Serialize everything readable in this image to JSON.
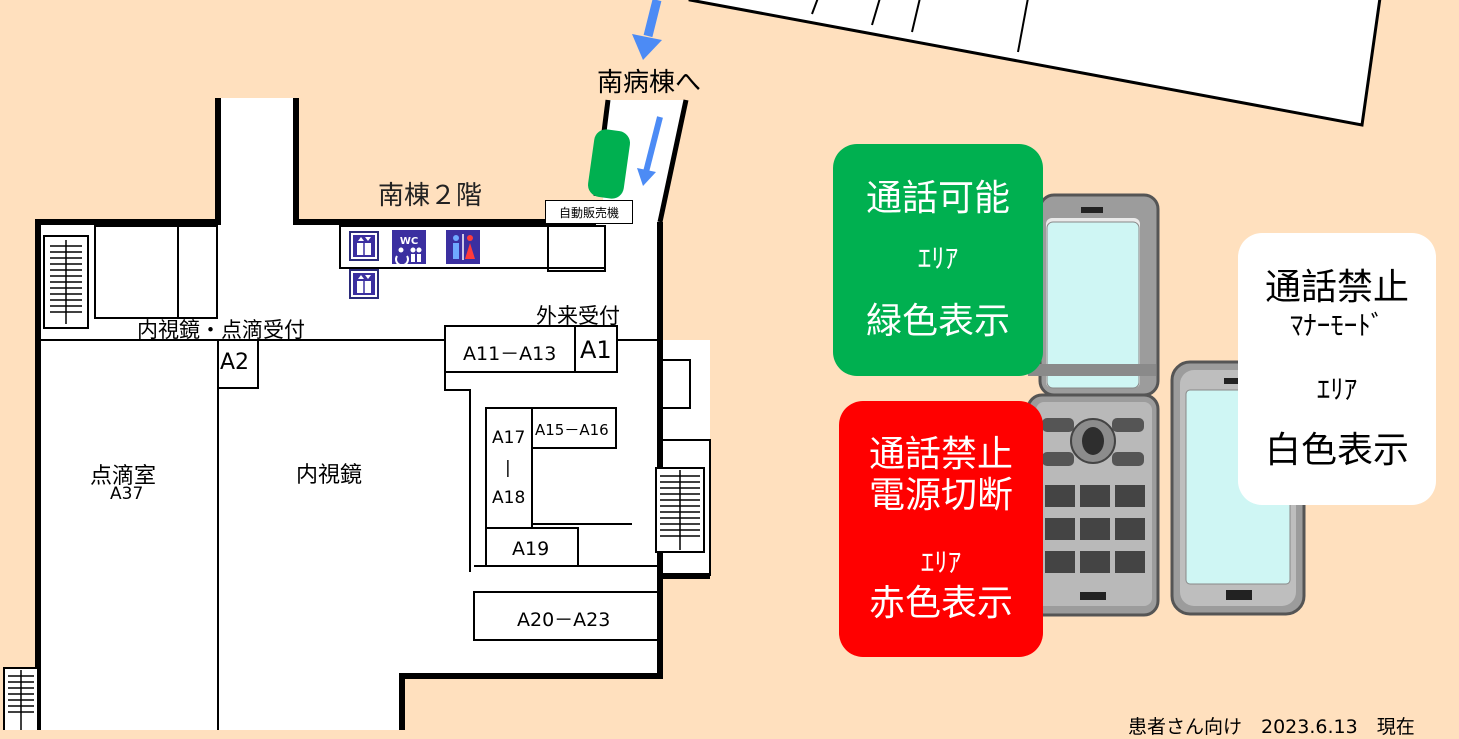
{
  "title": "南棟２階",
  "to_ward": "南病棟へ",
  "vending": "自動販売機",
  "rooms": {
    "endoscopy_drip_reception": "内視鏡・点滴受付",
    "outpatient_reception": "外来受付",
    "a11_13": "A11－A13",
    "a1": "A1",
    "a2": "A2",
    "a15_16": "A15－A16",
    "a17": "A17",
    "a17_sep": "|",
    "a18": "A18",
    "a19": "A19",
    "a20_23": "A20－A23",
    "drip_room": "点滴室",
    "drip_room_code": "A37",
    "endoscopy": "内視鏡"
  },
  "legend": {
    "green": {
      "line1": "通話可能",
      "line2": "ｴﾘｱ",
      "line3": "緑色表示",
      "color": "#00B050"
    },
    "red": {
      "line1": "通話禁止",
      "line2": "電源切断",
      "line3": "ｴﾘｱ",
      "line4": "赤色表示",
      "color": "#FF0000"
    },
    "white": {
      "line1": "通話禁止",
      "line2": "ﾏﾅｰﾓｰﾄﾞ",
      "line3": "ｴﾘｱ",
      "line4": "白色表示",
      "color": "#FFFFFF"
    }
  },
  "icons": [
    "elevator-icon",
    "wc-accessible-icon",
    "restroom-icon",
    "stairs-icon",
    "arrow-icon",
    "flip-phone-icon",
    "smartphone-icon"
  ],
  "footer": "患者さん向け　2023.6.13　現在"
}
